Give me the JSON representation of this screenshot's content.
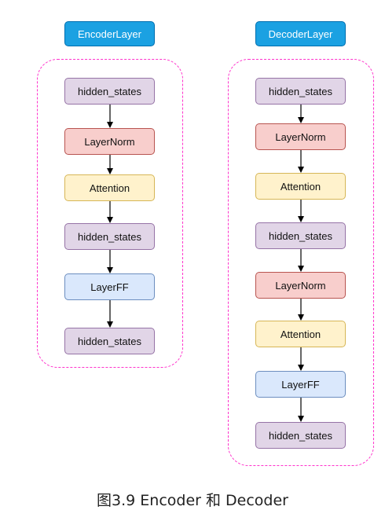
{
  "encoder": {
    "title": "EncoderLayer",
    "nodes": [
      {
        "label": "hidden_states",
        "kind": "hs"
      },
      {
        "label": "LayerNorm",
        "kind": "ln"
      },
      {
        "label": "Attention",
        "kind": "att"
      },
      {
        "label": "hidden_states",
        "kind": "hs"
      },
      {
        "label": "LayerFF",
        "kind": "ff"
      },
      {
        "label": "hidden_states",
        "kind": "hs"
      }
    ]
  },
  "decoder": {
    "title": "DecoderLayer",
    "nodes": [
      {
        "label": "hidden_states",
        "kind": "hs"
      },
      {
        "label": "LayerNorm",
        "kind": "ln"
      },
      {
        "label": "Attention",
        "kind": "att"
      },
      {
        "label": "hidden_states",
        "kind": "hs"
      },
      {
        "label": "LayerNorm",
        "kind": "ln"
      },
      {
        "label": "Attention",
        "kind": "att"
      },
      {
        "label": "LayerFF",
        "kind": "ff"
      },
      {
        "label": "hidden_states",
        "kind": "hs"
      }
    ]
  },
  "colors": {
    "header_fill": "#1ba1e2",
    "hidden_states_fill": "#e1d5e7",
    "layernorm_fill": "#f8cecc",
    "attention_fill": "#fff2cc",
    "layerff_fill": "#dae8fc",
    "group_border": "#ff33cc"
  },
  "caption": "图3.9 Encoder 和 Decoder"
}
